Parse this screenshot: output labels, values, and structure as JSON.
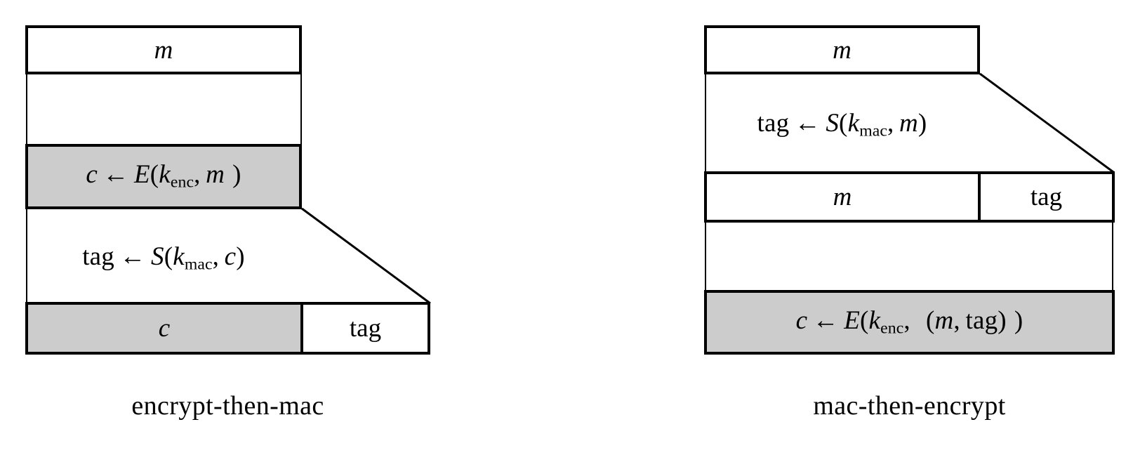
{
  "figure": {
    "title_left": "encrypt-then-mac",
    "title_right": "mac-then-encrypt",
    "colors": {
      "stroke": "#000000",
      "shaded_fill": "#cccccc",
      "plain_fill": "#ffffff",
      "background": "#ffffff"
    }
  },
  "left_diagram": {
    "caption": "encrypt-then-mac",
    "input_box": {
      "label": "m"
    },
    "encrypt_step": {
      "expr_plain": "c ← E(k_enc, m )",
      "result": "c",
      "arrow": "←",
      "function": "E",
      "key": "k",
      "key_subscript": "enc",
      "argument": "m",
      "shaded": true
    },
    "mac_step": {
      "expr_plain": "tag ← S(k_mac, c)",
      "result": "tag",
      "arrow": "←",
      "function": "S",
      "key": "k",
      "key_subscript": "mac",
      "argument": "c",
      "shaded": false
    },
    "output_row": {
      "cells": [
        {
          "label": "c",
          "shaded": true,
          "style": "italic"
        },
        {
          "label": "tag",
          "shaded": false,
          "style": "roman"
        }
      ]
    }
  },
  "right_diagram": {
    "caption": "mac-then-encrypt",
    "input_box": {
      "label": "m"
    },
    "mac_step": {
      "expr_plain": "tag ← S(k_mac, m)",
      "result": "tag",
      "arrow": "←",
      "function": "S",
      "key": "k",
      "key_subscript": "mac",
      "argument": "m",
      "shaded": false
    },
    "intermediate_row": {
      "cells": [
        {
          "label": "m",
          "shaded": false,
          "style": "italic"
        },
        {
          "label": "tag",
          "shaded": false,
          "style": "roman"
        }
      ]
    },
    "encrypt_step": {
      "expr_plain": "c ← E(k_enc, (m, tag) )",
      "result": "c",
      "arrow": "←",
      "function": "E",
      "key": "k",
      "key_subscript": "enc",
      "argument": "(m, tag)",
      "shaded": true
    }
  }
}
